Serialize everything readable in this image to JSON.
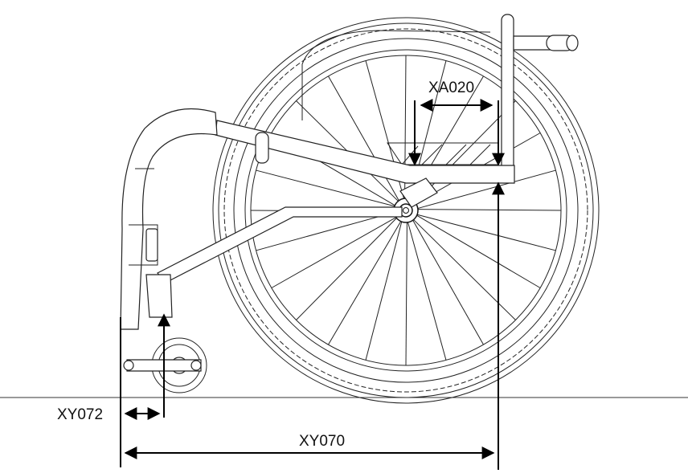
{
  "labels": {
    "xa020": "XA020",
    "xy072": "XY072",
    "xy070": "XY070"
  },
  "colors": {
    "line": "#111111",
    "background": "#ffffff"
  }
}
